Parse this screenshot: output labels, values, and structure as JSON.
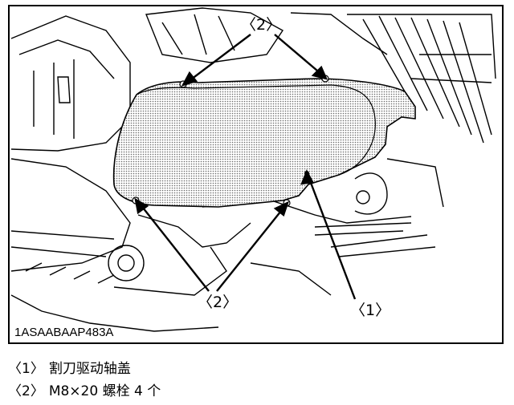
{
  "figure": {
    "code": "1ASAABAAP483A",
    "callouts": {
      "top": "〈2〉",
      "bottom_left": "〈2〉",
      "right": "〈1〉"
    }
  },
  "legend": [
    {
      "tag": "〈1〉",
      "text": "割刀驱动轴盖"
    },
    {
      "tag": "〈2〉",
      "text": "M8×20 螺栓  4 个"
    }
  ]
}
